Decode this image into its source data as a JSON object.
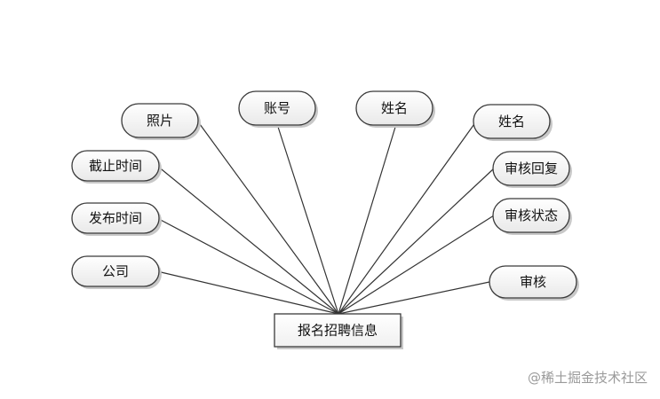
{
  "entity": {
    "label": "报名招聘信息"
  },
  "attributes": [
    {
      "id": "photo",
      "label": "照片"
    },
    {
      "id": "account",
      "label": "账号"
    },
    {
      "id": "name-1",
      "label": "姓名"
    },
    {
      "id": "name-2",
      "label": "姓名"
    },
    {
      "id": "deadline",
      "label": "截止时间"
    },
    {
      "id": "publish-time",
      "label": "发布时间"
    },
    {
      "id": "company",
      "label": "公司"
    },
    {
      "id": "review-reply",
      "label": "审核回复"
    },
    {
      "id": "review-status",
      "label": "审核状态"
    },
    {
      "id": "review",
      "label": "审核"
    }
  ],
  "watermark": "@稀土掘金技术社区"
}
